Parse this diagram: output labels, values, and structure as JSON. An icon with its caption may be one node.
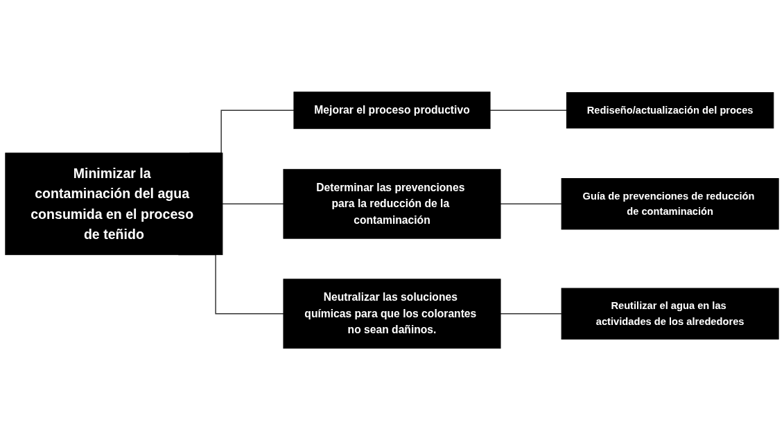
{
  "diagram": {
    "nodes": [
      {
        "text": [
          "Minimizar la contaminación del agua consumida en el proceso de teñido"
        ]
      },
      {
        "text": [
          "Mejorar el proceso productivo"
        ]
      },
      {
        "text": [
          "Rediseño/actualización del proces"
        ]
      },
      {
        "text": [
          "Determinar las prevenciones para la reducción de la contaminación"
        ]
      },
      {
        "text": [
          "Guía de prevenciones de reducción de contaminación"
        ]
      },
      {
        "text": [
          "Neutralizar las soluciones químicas para que los colorantes no sean dañinos."
        ]
      },
      {
        "text": [
          "Reutilizar el agua en las actividades de los alrededores"
        ]
      }
    ],
    "edges": [
      {
        "from": 0,
        "to": 1,
        "arrow": "none"
      },
      {
        "from": 0,
        "to": 3,
        "arrow": "none"
      },
      {
        "from": 0,
        "to": 5,
        "arrow": "none"
      },
      {
        "from": 1,
        "to": 2,
        "arrow": "none"
      },
      {
        "from": 3,
        "to": 4,
        "arrow": "none"
      },
      {
        "from": 5,
        "to": 6,
        "arrow": "none"
      }
    ]
  }
}
